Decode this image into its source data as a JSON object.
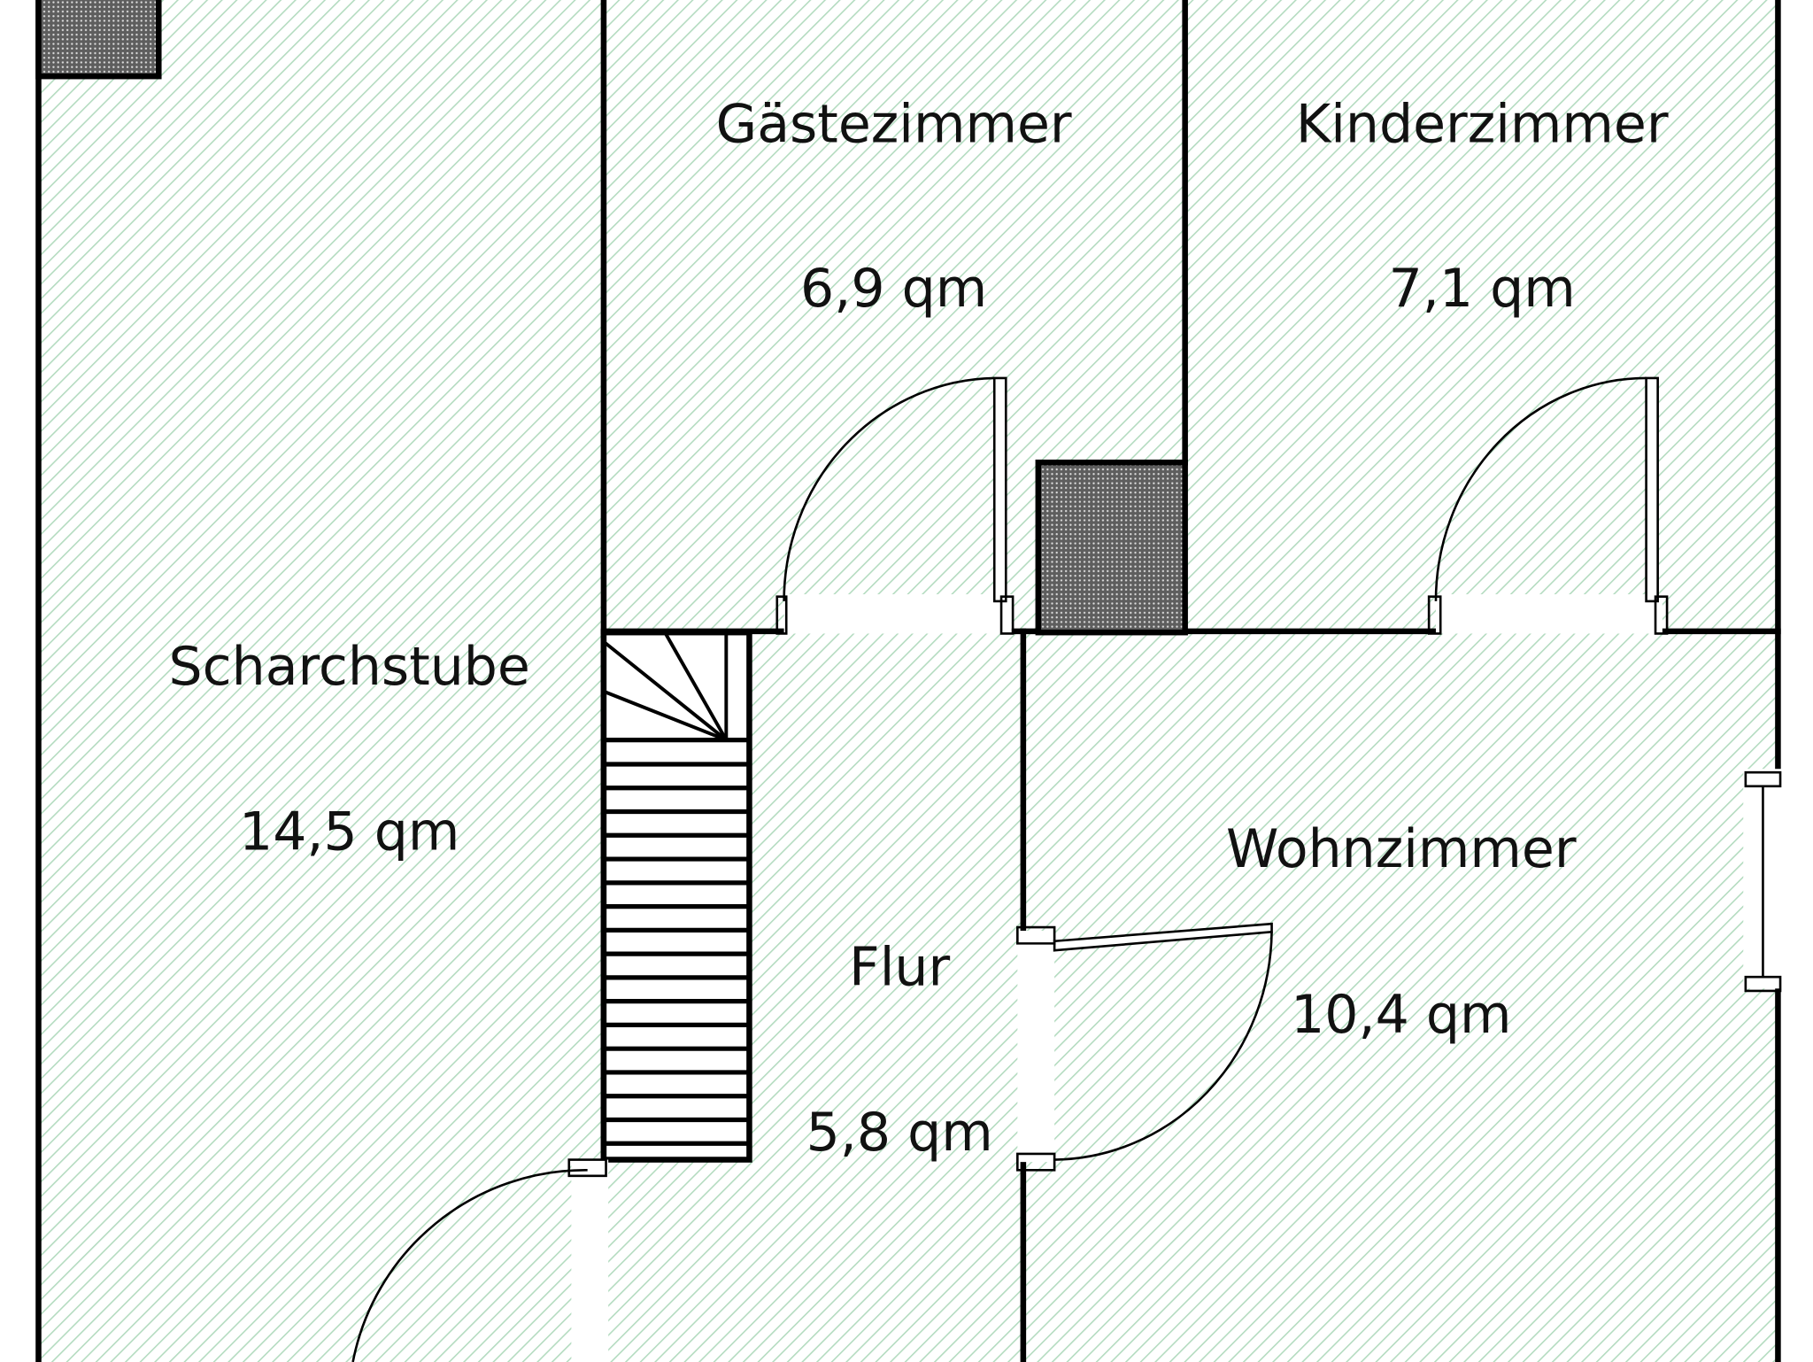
{
  "colors": {
    "hatch": "#b3dbbf",
    "wall": "#000000",
    "chimney": "#6a6a6a"
  },
  "rooms": [
    {
      "name": "Scharchstube",
      "area": "14,5 qm"
    },
    {
      "name": "Gästezimmer",
      "area": "6,9 qm"
    },
    {
      "name": "Kinderzimmer",
      "area": "7,1 qm"
    },
    {
      "name": "Flur",
      "area": "5,8 qm"
    },
    {
      "name": "Wohnzimmer",
      "area": "10,4 qm"
    }
  ]
}
